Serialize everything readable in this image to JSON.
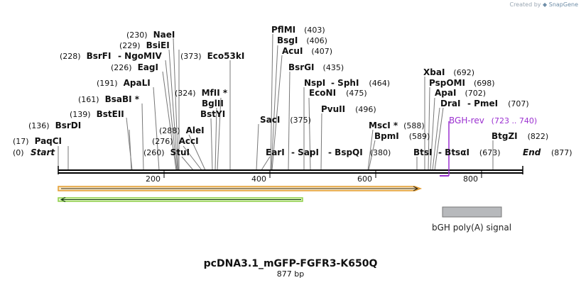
{
  "credit": {
    "prefix": "Created by",
    "brand": "SnapGene"
  },
  "title": "pcDNA3.1_mGFP-FGFR3-K650Q",
  "length_label": "877 bp",
  "primer": {
    "name": "BGH-rev",
    "range": "(723 .. 740)",
    "color": "#9b30d0"
  },
  "feature": {
    "label": "bGH poly(A) signal"
  },
  "scale_ticks": [
    "200",
    "400",
    "600",
    "800"
  ],
  "ends": {
    "start": "Start",
    "start_pos": "(0)",
    "end": "End",
    "end_pos": "(877)"
  },
  "sites": [
    {
      "pos": "(17)",
      "name": "PaqCI"
    },
    {
      "pos": "(136)",
      "name": "BsrDI"
    },
    {
      "pos": "(139)",
      "name": "BstEII"
    },
    {
      "pos": "(161)",
      "name": "BsaBI *"
    },
    {
      "pos": "(191)",
      "name": "ApaLI"
    },
    {
      "pos": "(226)",
      "name": "EagI"
    },
    {
      "pos": "(228)",
      "name": "BsrFI"
    },
    {
      "pos": "",
      "name": "NgoMIV"
    },
    {
      "pos": "(229)",
      "name": "BsiEI"
    },
    {
      "pos": "(230)",
      "name": "NaeI"
    },
    {
      "pos": "(260)",
      "name": "StuI"
    },
    {
      "pos": "(276)",
      "name": "AccI"
    },
    {
      "pos": "(288)",
      "name": "AleI"
    },
    {
      "pos": "",
      "name": "BstYI"
    },
    {
      "pos": "",
      "name": "BglII"
    },
    {
      "pos": "(324)",
      "name": "MfII *"
    },
    {
      "pos": "(373)",
      "name": "Eco53kI"
    },
    {
      "pos": "(375)",
      "name": "SacI"
    },
    {
      "pos": "",
      "name": "EarI"
    },
    {
      "pos": "",
      "name": "SapI"
    },
    {
      "pos": "(380)",
      "name": "BspQI"
    },
    {
      "pos": "(403)",
      "name": "PflMI"
    },
    {
      "pos": "(406)",
      "name": "BsgI"
    },
    {
      "pos": "(407)",
      "name": "AcuI"
    },
    {
      "pos": "(435)",
      "name": "BsrGI"
    },
    {
      "pos": "",
      "name": "NspI"
    },
    {
      "pos": "(464)",
      "name": "SphI"
    },
    {
      "pos": "(475)",
      "name": "EcoNI"
    },
    {
      "pos": "(496)",
      "name": "PvuII"
    },
    {
      "pos": "(588)",
      "name": "MscI *"
    },
    {
      "pos": "(589)",
      "name": "BpmI"
    },
    {
      "pos": "",
      "name": "BtsI"
    },
    {
      "pos": "(673)",
      "name": "BtsαI"
    },
    {
      "pos": "(692)",
      "name": "XbaI"
    },
    {
      "pos": "(698)",
      "name": "PspOMI"
    },
    {
      "pos": "(702)",
      "name": "ApaI"
    },
    {
      "pos": "",
      "name": "DraI"
    },
    {
      "pos": "(707)",
      "name": "PmeI"
    },
    {
      "pos": "(822)",
      "name": "BtgZI"
    }
  ]
}
